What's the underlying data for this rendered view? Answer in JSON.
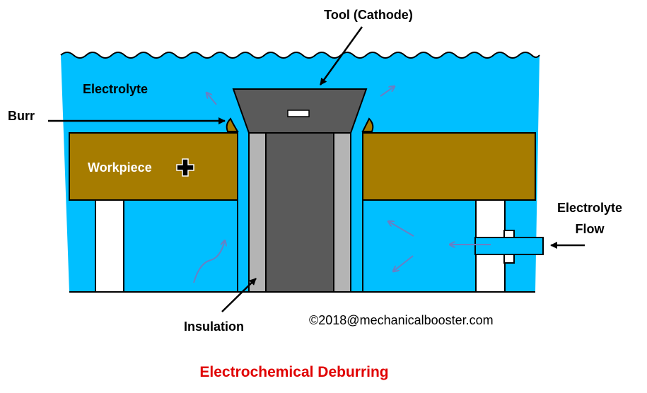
{
  "diagram": {
    "labels": {
      "tool": "Tool (Cathode)",
      "electrolyte": "Electrolyte",
      "burr": "Burr",
      "workpiece": "Workpiece",
      "electrolyte_flow_line1": "Electrolyte",
      "electrolyte_flow_line2": "Flow",
      "insulation": "Insulation",
      "copyright": "©2018@mechanicalbooster.com",
      "caption": "Electrochemical Deburring"
    },
    "polarity": {
      "tool_sign": "minus",
      "workpiece_sign": "plus"
    },
    "colors": {
      "electrolyte": "#00bfff",
      "workpiece": "#a67c00",
      "tool": "#5a5a5a",
      "insulation": "#b4b4b4",
      "flow_arrows": "#6a7fc4",
      "caption": "#e00000"
    }
  }
}
